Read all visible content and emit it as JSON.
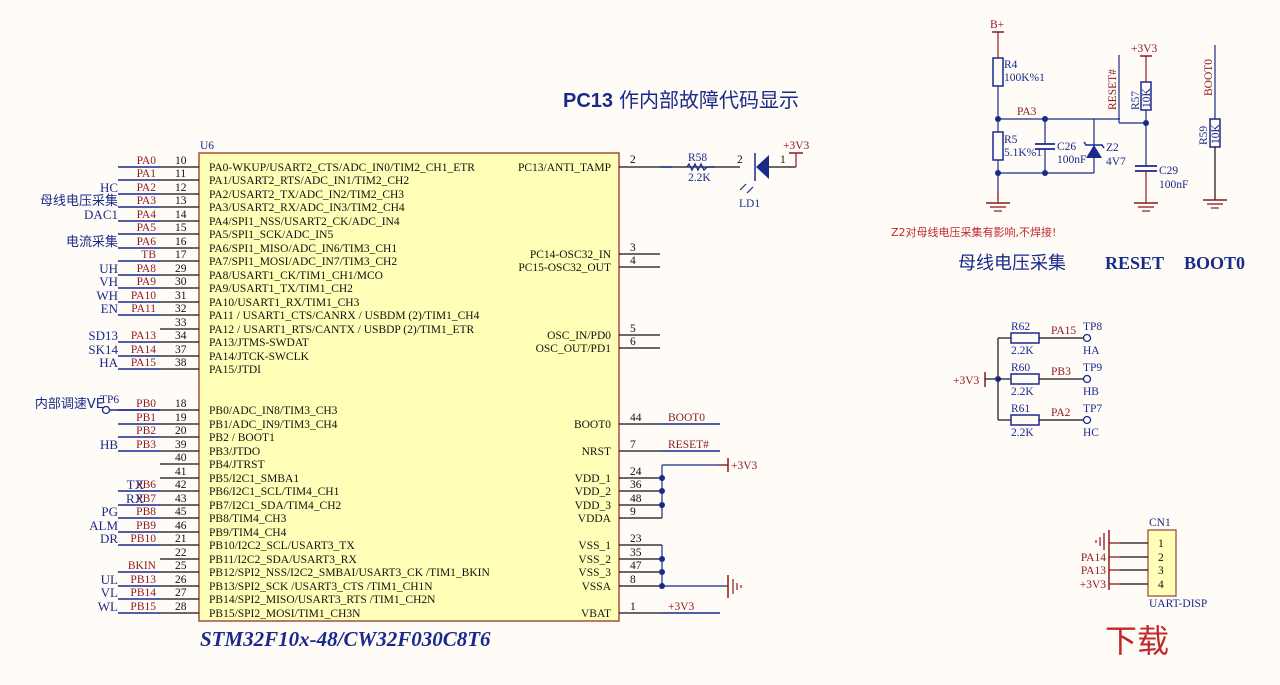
{
  "title": {
    "bold": "PC13",
    "rest": "作内部故障代码显示"
  },
  "ic": {
    "ref": "U6",
    "part": "STM32F10x-48/CW32F030C8T6",
    "left_pins": [
      {
        "num": "10",
        "name": "PA0-WKUP/USART2_CTS/ADC_IN0/TIM2_CH1_ETR",
        "net": "PA0",
        "ext": ""
      },
      {
        "num": "11",
        "name": "PA1/USART2_RTS/ADC_IN1/TIM2_CH2",
        "net": "PA1",
        "ext": ""
      },
      {
        "num": "12",
        "name": "PA2/USART2_TX/ADC_IN2/TIM2_CH3",
        "net": "PA2",
        "ext": "HC"
      },
      {
        "num": "13",
        "name": "PA3/USART2_RX/ADC_IN3/TIM2_CH4",
        "net": "PA3",
        "ext": "母线电压采集"
      },
      {
        "num": "14",
        "name": "PA4/SPI1_NSS/USART2_CK/ADC_IN4",
        "net": "PA4",
        "ext": "DAC1"
      },
      {
        "num": "15",
        "name": "PA5/SPI1_SCK/ADC_IN5",
        "net": "PA5",
        "ext": ""
      },
      {
        "num": "16",
        "name": "PA6/SPI1_MISO/ADC_IN6/TIM3_CH1",
        "net": "PA6",
        "ext": "电流采集"
      },
      {
        "num": "17",
        "name": "PA7/SPI1_MOSI/ADC_IN7/TIM3_CH2",
        "net": "TB",
        "ext": ""
      },
      {
        "num": "29",
        "name": "PA8/USART1_CK/TIM1_CH1/MCO",
        "net": "PA8",
        "ext": "UH"
      },
      {
        "num": "30",
        "name": "PA9/USART1_TX/TIM1_CH2",
        "net": "PA9",
        "ext": "VH"
      },
      {
        "num": "31",
        "name": "PA10/USART1_RX/TIM1_CH3",
        "net": "PA10",
        "ext": "WH"
      },
      {
        "num": "32",
        "name": "PA11 / USART1_CTS/CANRX / USBDM (2)/TIM1_CH4",
        "net": "PA11",
        "ext": "EN"
      },
      {
        "num": "33",
        "name": "PA12 / USART1_RTS/CANTX / USBDP (2)/TIM1_ETR",
        "net": "",
        "ext": ""
      },
      {
        "num": "34",
        "name": "PA13/JTMS-SWDAT",
        "net": "PA13",
        "ext": "SD13"
      },
      {
        "num": "37",
        "name": "PA14/JTCK-SWCLK",
        "net": "PA14",
        "ext": "SK14"
      },
      {
        "num": "38",
        "name": "PA15/JTDI",
        "net": "PA15",
        "ext": "HA"
      },
      {
        "num": "18",
        "name": "PB0/ADC_IN8/TIM3_CH3",
        "net": "PB0",
        "ext": "内部调速VE"
      },
      {
        "num": "19",
        "name": "PB1/ADC_IN9/TIM3_CH4",
        "net": "PB1",
        "ext": ""
      },
      {
        "num": "20",
        "name": "PB2 / BOOT1",
        "net": "PB2",
        "ext": ""
      },
      {
        "num": "39",
        "name": "PB3/JTDO",
        "net": "PB3",
        "ext": "HB"
      },
      {
        "num": "40",
        "name": "PB4/JTRST",
        "net": "",
        "ext": ""
      },
      {
        "num": "41",
        "name": "PB5/I2C1_SMBA1",
        "net": "",
        "ext": ""
      },
      {
        "num": "42",
        "name": "PB6/I2C1_SCL/TIM4_CH1",
        "net": "PB6",
        "ext": "TX"
      },
      {
        "num": "43",
        "name": "PB7/I2C1_SDA/TIM4_CH2",
        "net": "PB7",
        "ext": "RX"
      },
      {
        "num": "45",
        "name": "PB8/TIM4_CH3",
        "net": "PB8",
        "ext": "PG"
      },
      {
        "num": "46",
        "name": "PB9/TIM4_CH4",
        "net": "PB9",
        "ext": "ALM"
      },
      {
        "num": "21",
        "name": "PB10/I2C2_SCL/USART3_TX",
        "net": "PB10",
        "ext": "DR"
      },
      {
        "num": "22",
        "name": "PB11/I2C2_SDA/USART3_RX",
        "net": "",
        "ext": ""
      },
      {
        "num": "25",
        "name": "PB12/SPI2_NSS/I2C2_SMBAI/USART3_CK /TIM1_BKIN",
        "net": "BKIN",
        "ext": ""
      },
      {
        "num": "26",
        "name": "PB13/SPI2_SCK /USART3_CTS /TIM1_CH1N",
        "net": "PB13",
        "ext": "UL"
      },
      {
        "num": "27",
        "name": "PB14/SPI2_MISO/USART3_RTS /TIM1_CH2N",
        "net": "PB14",
        "ext": "VL"
      },
      {
        "num": "28",
        "name": "PB15/SPI2_MOSI/TIM1_CH3N",
        "net": "PB15",
        "ext": "WL"
      }
    ],
    "right_pins": [
      {
        "num": "2",
        "name": "PC13/ANTI_TAMP",
        "net": ""
      },
      {
        "num": "3",
        "name": "PC14-OSC32_IN",
        "net": ""
      },
      {
        "num": "4",
        "name": "PC15-OSC32_OUT",
        "net": ""
      },
      {
        "num": "5",
        "name": "OSC_IN/PD0",
        "net": ""
      },
      {
        "num": "6",
        "name": "OSC_OUT/PD1",
        "net": ""
      },
      {
        "num": "44",
        "name": "BOOT0",
        "net": "BOOT0"
      },
      {
        "num": "7",
        "name": "NRST",
        "net": "RESET#"
      },
      {
        "num": "24",
        "name": "VDD_1",
        "net": ""
      },
      {
        "num": "36",
        "name": "VDD_2",
        "net": ""
      },
      {
        "num": "48",
        "name": "VDD_3",
        "net": ""
      },
      {
        "num": "9",
        "name": "VDDA",
        "net": ""
      },
      {
        "num": "23",
        "name": "VSS_1",
        "net": ""
      },
      {
        "num": "35",
        "name": "VSS_2",
        "net": ""
      },
      {
        "num": "47",
        "name": "VSS_3",
        "net": ""
      },
      {
        "num": "8",
        "name": "VSSA",
        "net": ""
      },
      {
        "num": "1",
        "name": "VBAT",
        "net": "+3V3"
      }
    ],
    "vdd_net": "+3V3",
    "tp6": "TP6"
  },
  "led_circuit": {
    "resistor": "R58",
    "value": "2.2K",
    "led": "LD1",
    "pin_a": "2",
    "pin_k": "1",
    "supply": "+3V3"
  },
  "bus_voltage": {
    "supply": "B+",
    "r4": "R4",
    "r4_val": "100K%1",
    "r5": "R5",
    "r5_val": "5.1K%1",
    "c26": "C26",
    "c26_val": "100nF",
    "z2": "Z2",
    "z2_val": "4V7",
    "net": "PA3"
  },
  "reset": {
    "net": "RESET#",
    "supply": "+3V3",
    "r": "R57",
    "r_val": "10K",
    "c": "C29",
    "c_val": "100nF"
  },
  "boot": {
    "net": "BOOT0",
    "r": "R59",
    "r_val": "10K"
  },
  "warning": "Z2对母线电压采集有影响,不焊接!",
  "section_labels": {
    "bus": "母线电压采集",
    "reset": "RESET",
    "boot": "BOOT0"
  },
  "hall": {
    "supply": "+3V3",
    "rows": [
      {
        "r": "R62",
        "val": "2.2K",
        "net": "PA15",
        "tp": "TP8",
        "sig": "HA"
      },
      {
        "r": "R60",
        "val": "2.2K",
        "net": "PB3",
        "tp": "TP9",
        "sig": "HB"
      },
      {
        "r": "R61",
        "val": "2.2K",
        "net": "PA2",
        "tp": "TP7",
        "sig": "HC"
      }
    ]
  },
  "connector": {
    "ref": "CN1",
    "name": "UART-DISP",
    "pins": [
      {
        "num": "1",
        "net": ""
      },
      {
        "num": "2",
        "net": "PA14"
      },
      {
        "num": "3",
        "net": "PA13"
      },
      {
        "num": "4",
        "net": "+3V3"
      }
    ],
    "caption": "下载"
  }
}
